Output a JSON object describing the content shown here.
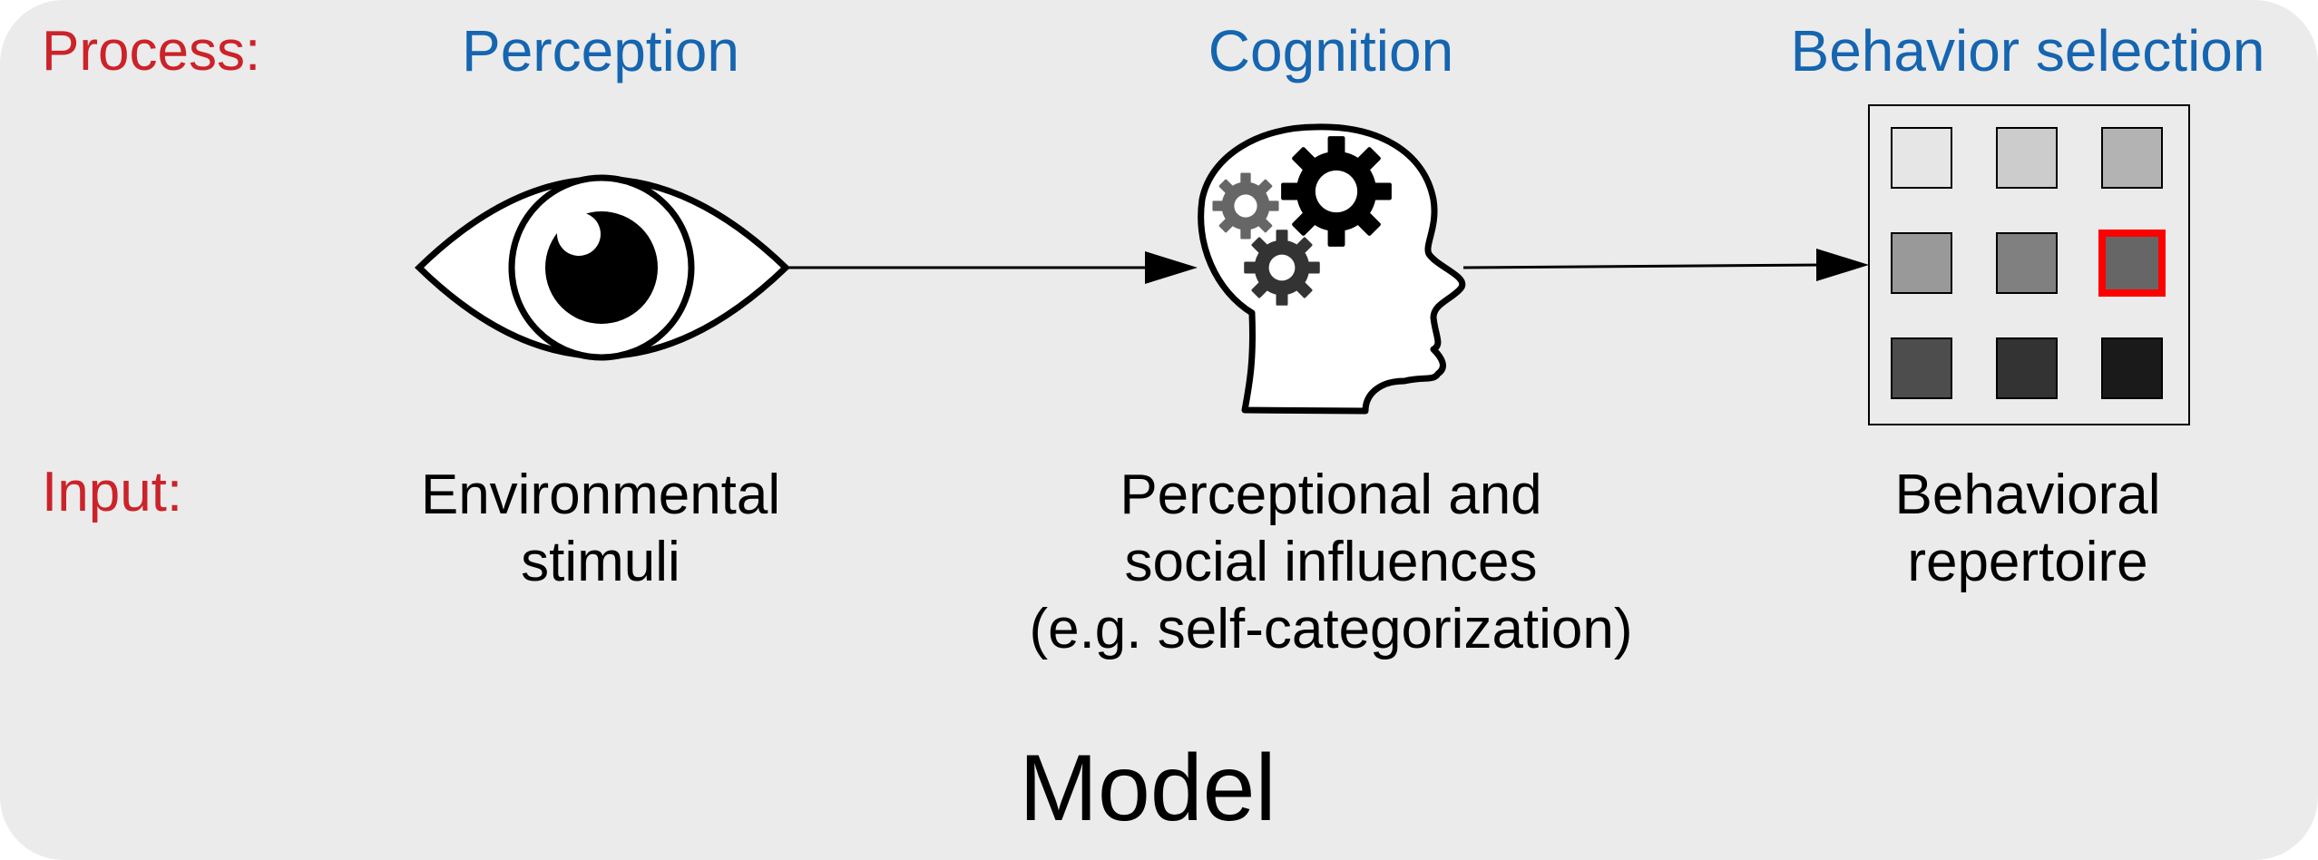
{
  "colors": {
    "label_red": "#cc2229",
    "process_blue": "#1565b0",
    "highlight_red": "#ff0000",
    "background": "#ebebeb"
  },
  "labels": {
    "process": "Process:",
    "input": "Input:"
  },
  "stages": [
    {
      "process": "Perception",
      "icon": "eye-icon",
      "input_lines": [
        "Environmental",
        "stimuli"
      ]
    },
    {
      "process": "Cognition",
      "icon": "head-gears-icon",
      "input_lines": [
        "Perceptional and",
        "social influences",
        "(e.g. self-categorization)"
      ]
    },
    {
      "process": "Behavior selection",
      "icon": "behavior-grid-icon",
      "input_lines": [
        "Behavioral",
        "repertoire"
      ]
    }
  ],
  "behavior_grid": {
    "rows": 3,
    "cols": 3,
    "cell_colors": [
      "#e6e6e6",
      "#cccccc",
      "#b3b3b3",
      "#999999",
      "#808080",
      "#666666",
      "#4d4d4d",
      "#333333",
      "#1a1a1a"
    ],
    "selected_index": 5
  },
  "footer": {
    "title": "Model"
  }
}
